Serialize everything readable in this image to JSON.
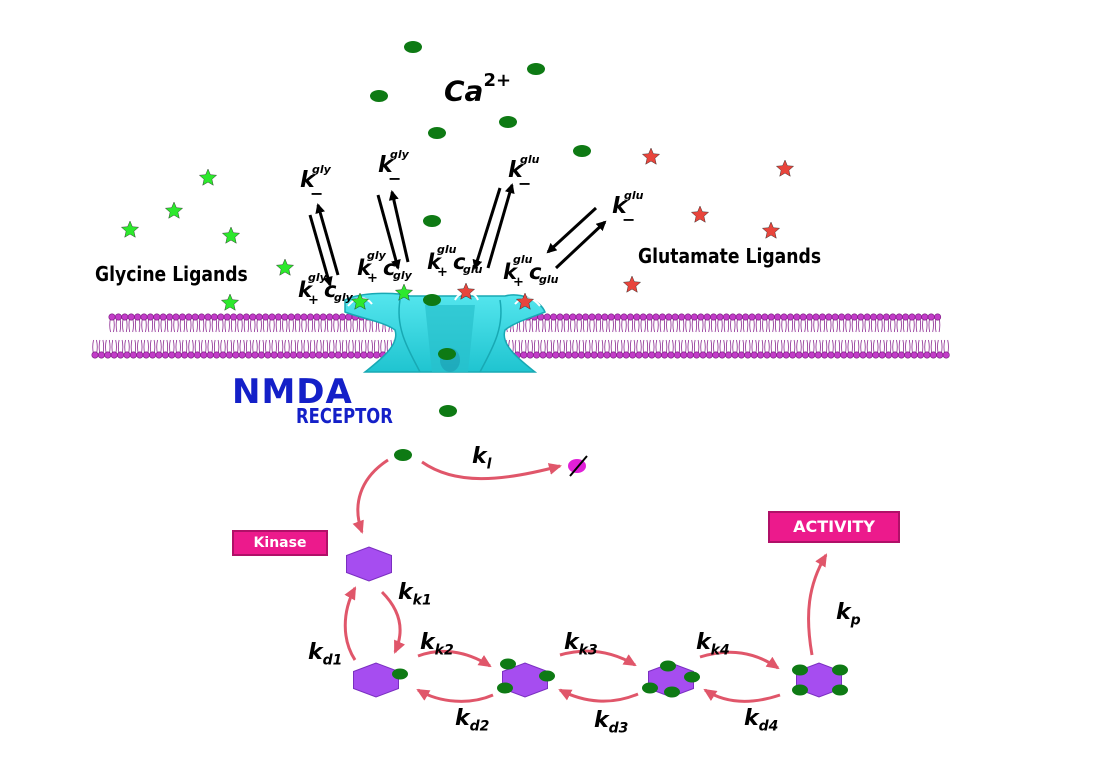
{
  "ion": {
    "base": "Ca",
    "charge": "2+"
  },
  "labels": {
    "glycine": "Glycine Ligands",
    "glutamate": "Glutamate Ligands",
    "receptor_line1": "NMDA",
    "receptor_line2": "RECEPTOR",
    "kinase": "Kinase",
    "activity": "ACTIVITY"
  },
  "rates": {
    "k_minus_gly_1": {
      "k": "k",
      "sup": "gly",
      "sub": "−"
    },
    "k_minus_gly_2": {
      "k": "k",
      "sup": "gly",
      "sub": "−"
    },
    "k_plus_gly_1": {
      "k": "k",
      "sup": "gly",
      "sub": "+",
      "c": "c",
      "csub": "gly"
    },
    "k_plus_gly_2": {
      "k": "k",
      "sup": "gly",
      "sub": "+",
      "c": "c",
      "csub": "gly"
    },
    "k_plus_glu_1": {
      "k": "k",
      "sup": "glu",
      "sub": "+",
      "c": "c",
      "csub": "glu"
    },
    "k_plus_glu_2": {
      "k": "k",
      "sup": "glu",
      "sub": "+",
      "c": "c",
      "csub": "glu"
    },
    "k_minus_glu_1": {
      "k": "k",
      "sup": "glu",
      "sub": "−"
    },
    "k_minus_glu_2": {
      "k": "k",
      "sup": "glu",
      "sub": "−"
    },
    "kl": {
      "k": "k",
      "sub": "l"
    },
    "kk1": {
      "k": "k",
      "sub": "k1"
    },
    "kk2": {
      "k": "k",
      "sub": "k2"
    },
    "kk3": {
      "k": "k",
      "sub": "k3"
    },
    "kk4": {
      "k": "k",
      "sub": "k4"
    },
    "kd1": {
      "k": "k",
      "sub": "d1"
    },
    "kd2": {
      "k": "k",
      "sub": "d2"
    },
    "kd3": {
      "k": "k",
      "sub": "d3"
    },
    "kd4": {
      "k": "k",
      "sub": "d4"
    },
    "kp": {
      "k": "k",
      "sub": "p"
    }
  },
  "colors": {
    "calcium": "#0e7a14",
    "glycine": "#2de82d",
    "glutamate": "#e8453c",
    "membrane": "#c23cc8",
    "receptor": "#2fd6e0",
    "kinase": "#a64df0",
    "arrow_pink": "#e0566a",
    "label_box": "#ec1a8c",
    "receptor_text": "#1420c8"
  }
}
